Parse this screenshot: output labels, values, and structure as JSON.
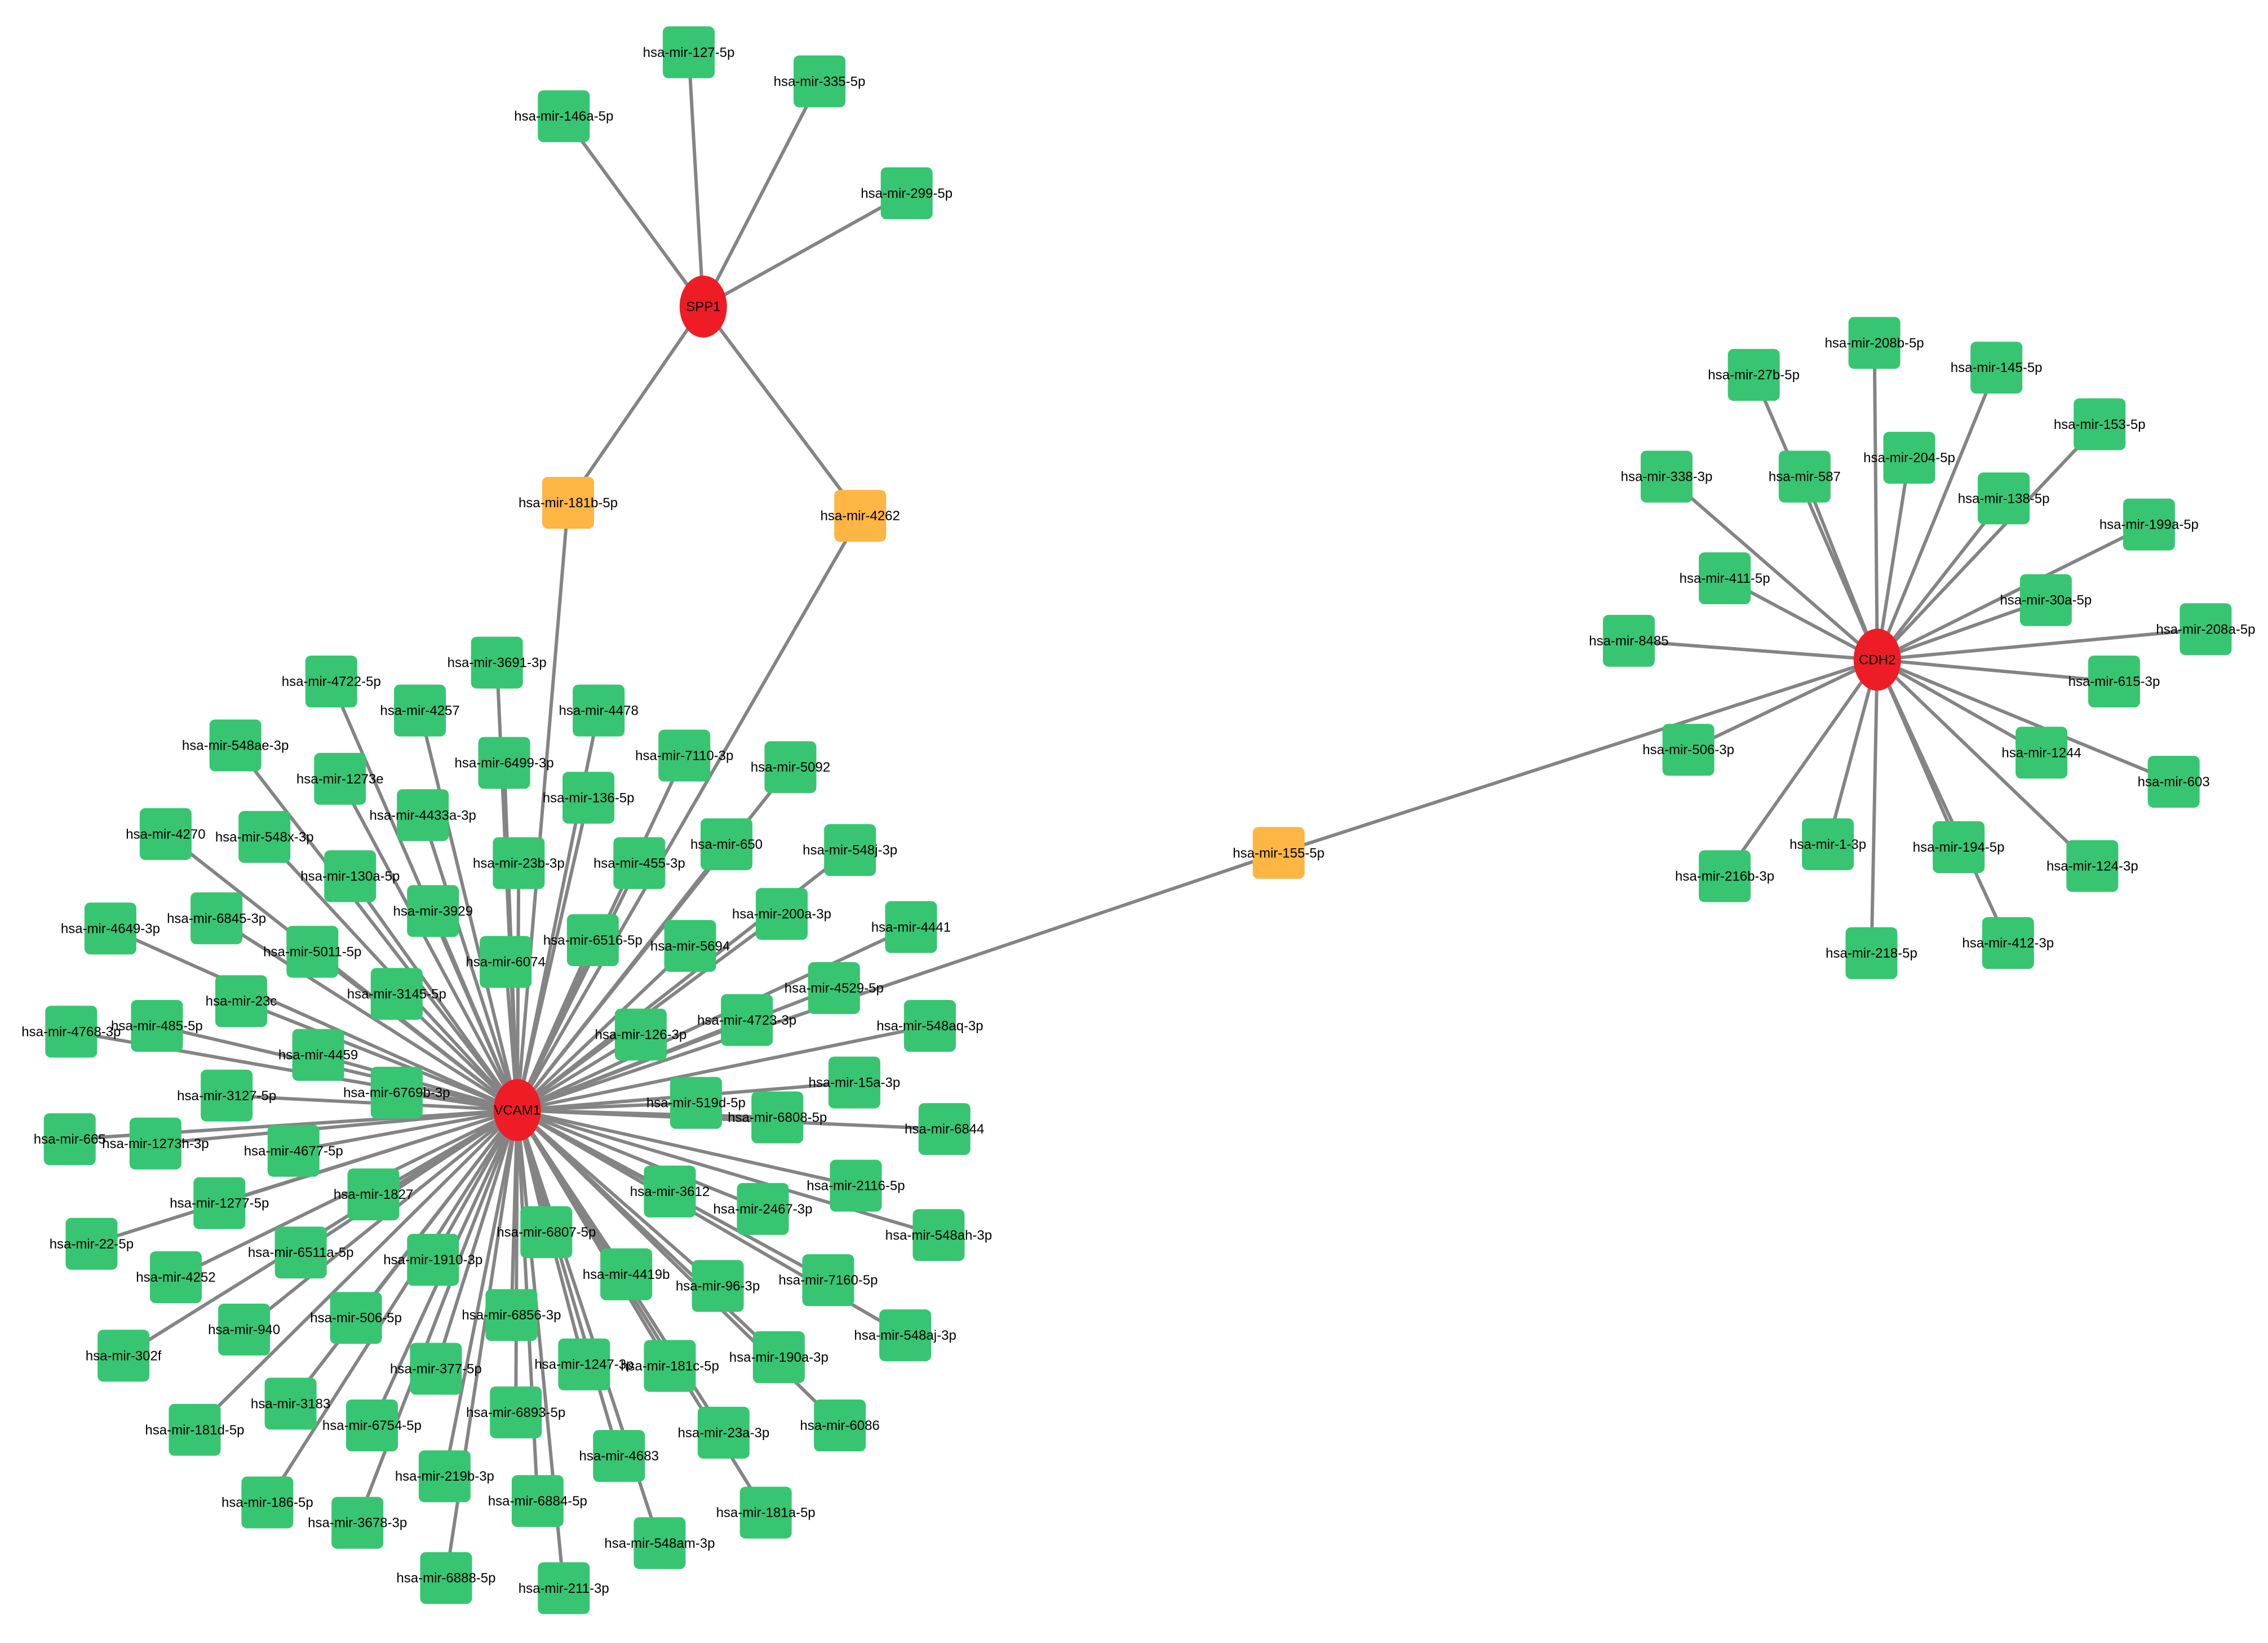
{
  "colors": {
    "gene": "#ee1c25",
    "shared_mirna": "#fdb544",
    "mirna": "#37c572",
    "edge": "#848484"
  },
  "genes": [
    "SPP1",
    "CDH2",
    "VCAM1"
  ],
  "mirnas": [
    {
      "label": "hsa-mir-127-5p",
      "targets": [
        "SPP1"
      ]
    },
    {
      "label": "hsa-mir-335-5p",
      "targets": [
        "SPP1"
      ]
    },
    {
      "label": "hsa-mir-146a-5p",
      "targets": [
        "SPP1"
      ]
    },
    {
      "label": "hsa-mir-299-5p",
      "targets": [
        "SPP1"
      ]
    },
    {
      "label": "hsa-mir-181b-5p",
      "targets": [
        "SPP1",
        "VCAM1"
      ],
      "shared": true
    },
    {
      "label": "hsa-mir-4262",
      "targets": [
        "SPP1",
        "VCAM1"
      ],
      "shared": true
    },
    {
      "label": "hsa-mir-155-5p",
      "targets": [
        "VCAM1",
        "CDH2"
      ],
      "shared": true
    },
    {
      "label": "hsa-mir-208b-5p",
      "targets": [
        "CDH2"
      ]
    },
    {
      "label": "hsa-mir-27b-5p",
      "targets": [
        "CDH2"
      ]
    },
    {
      "label": "hsa-mir-145-5p",
      "targets": [
        "CDH2"
      ]
    },
    {
      "label": "hsa-mir-153-5p",
      "targets": [
        "CDH2"
      ]
    },
    {
      "label": "hsa-mir-338-3p",
      "targets": [
        "CDH2"
      ]
    },
    {
      "label": "hsa-mir-587",
      "targets": [
        "CDH2"
      ]
    },
    {
      "label": "hsa-mir-204-5p",
      "targets": [
        "CDH2"
      ]
    },
    {
      "label": "hsa-mir-138-5p",
      "targets": [
        "CDH2"
      ]
    },
    {
      "label": "hsa-mir-199a-5p",
      "targets": [
        "CDH2"
      ]
    },
    {
      "label": "hsa-mir-411-5p",
      "targets": [
        "CDH2"
      ]
    },
    {
      "label": "hsa-mir-30a-5p",
      "targets": [
        "CDH2"
      ]
    },
    {
      "label": "hsa-mir-208a-5p",
      "targets": [
        "CDH2"
      ]
    },
    {
      "label": "hsa-mir-8485",
      "targets": [
        "CDH2"
      ]
    },
    {
      "label": "hsa-mir-615-3p",
      "targets": [
        "CDH2"
      ]
    },
    {
      "label": "hsa-mir-506-3p",
      "targets": [
        "CDH2"
      ]
    },
    {
      "label": "hsa-mir-1244",
      "targets": [
        "CDH2"
      ]
    },
    {
      "label": "hsa-mir-603",
      "targets": [
        "CDH2"
      ]
    },
    {
      "label": "hsa-mir-216b-3p",
      "targets": [
        "CDH2"
      ]
    },
    {
      "label": "hsa-mir-1-3p",
      "targets": [
        "CDH2"
      ]
    },
    {
      "label": "hsa-mir-194-5p",
      "targets": [
        "CDH2"
      ]
    },
    {
      "label": "hsa-mir-124-3p",
      "targets": [
        "CDH2"
      ]
    },
    {
      "label": "hsa-mir-218-5p",
      "targets": [
        "CDH2"
      ]
    },
    {
      "label": "hsa-mir-412-3p",
      "targets": [
        "CDH2"
      ]
    },
    {
      "label": "hsa-mir-3691-3p",
      "targets": [
        "VCAM1"
      ]
    },
    {
      "label": "hsa-mir-4722-5p",
      "targets": [
        "VCAM1"
      ]
    },
    {
      "label": "hsa-mir-4478",
      "targets": [
        "VCAM1"
      ]
    },
    {
      "label": "hsa-mir-4257",
      "targets": [
        "VCAM1"
      ]
    },
    {
      "label": "hsa-mir-548ae-3p",
      "targets": [
        "VCAM1"
      ]
    },
    {
      "label": "hsa-mir-6499-3p",
      "targets": [
        "VCAM1"
      ]
    },
    {
      "label": "hsa-mir-7110-3p",
      "targets": [
        "VCAM1"
      ]
    },
    {
      "label": "hsa-mir-1273e",
      "targets": [
        "VCAM1"
      ]
    },
    {
      "label": "hsa-mir-5092",
      "targets": [
        "VCAM1"
      ]
    },
    {
      "label": "hsa-mir-136-5p",
      "targets": [
        "VCAM1"
      ]
    },
    {
      "label": "hsa-mir-4433a-3p",
      "targets": [
        "VCAM1"
      ]
    },
    {
      "label": "hsa-mir-4270",
      "targets": [
        "VCAM1"
      ]
    },
    {
      "label": "hsa-mir-548x-3p",
      "targets": [
        "VCAM1"
      ]
    },
    {
      "label": "hsa-mir-650",
      "targets": [
        "VCAM1"
      ]
    },
    {
      "label": "hsa-mir-548j-3p",
      "targets": [
        "VCAM1"
      ]
    },
    {
      "label": "hsa-mir-23b-3p",
      "targets": [
        "VCAM1"
      ]
    },
    {
      "label": "hsa-mir-455-3p",
      "targets": [
        "VCAM1"
      ]
    },
    {
      "label": "hsa-mir-130a-5p",
      "targets": [
        "VCAM1"
      ]
    },
    {
      "label": "hsa-mir-200a-3p",
      "targets": [
        "VCAM1"
      ]
    },
    {
      "label": "hsa-mir-3929",
      "targets": [
        "VCAM1"
      ]
    },
    {
      "label": "hsa-mir-6845-3p",
      "targets": [
        "VCAM1"
      ]
    },
    {
      "label": "hsa-mir-4441",
      "targets": [
        "VCAM1"
      ]
    },
    {
      "label": "hsa-mir-4649-3p",
      "targets": [
        "VCAM1"
      ]
    },
    {
      "label": "hsa-mir-6516-5p",
      "targets": [
        "VCAM1"
      ]
    },
    {
      "label": "hsa-mir-5011-5p",
      "targets": [
        "VCAM1"
      ]
    },
    {
      "label": "hsa-mir-5694",
      "targets": [
        "VCAM1"
      ]
    },
    {
      "label": "hsa-mir-6074",
      "targets": [
        "VCAM1"
      ]
    },
    {
      "label": "hsa-mir-4529-5p",
      "targets": [
        "VCAM1"
      ]
    },
    {
      "label": "hsa-mir-23c",
      "targets": [
        "VCAM1"
      ]
    },
    {
      "label": "hsa-mir-3145-5p",
      "targets": [
        "VCAM1"
      ]
    },
    {
      "label": "hsa-mir-548aq-3p",
      "targets": [
        "VCAM1"
      ]
    },
    {
      "label": "hsa-mir-4723-3p",
      "targets": [
        "VCAM1"
      ]
    },
    {
      "label": "hsa-mir-4768-3p",
      "targets": [
        "VCAM1"
      ]
    },
    {
      "label": "hsa-mir-485-5p",
      "targets": [
        "VCAM1"
      ]
    },
    {
      "label": "hsa-mir-126-3p",
      "targets": [
        "VCAM1"
      ]
    },
    {
      "label": "hsa-mir-4459",
      "targets": [
        "VCAM1"
      ]
    },
    {
      "label": "hsa-mir-15a-3p",
      "targets": [
        "VCAM1"
      ]
    },
    {
      "label": "hsa-mir-3127-5p",
      "targets": [
        "VCAM1"
      ]
    },
    {
      "label": "hsa-mir-6769b-3p",
      "targets": [
        "VCAM1"
      ]
    },
    {
      "label": "hsa-mir-519d-5p",
      "targets": [
        "VCAM1"
      ]
    },
    {
      "label": "hsa-mir-6844",
      "targets": [
        "VCAM1"
      ]
    },
    {
      "label": "hsa-mir-6808-5p",
      "targets": [
        "VCAM1"
      ]
    },
    {
      "label": "hsa-mir-665",
      "targets": [
        "VCAM1"
      ]
    },
    {
      "label": "hsa-mir-1273h-3p",
      "targets": [
        "VCAM1"
      ]
    },
    {
      "label": "hsa-mir-4677-5p",
      "targets": [
        "VCAM1"
      ]
    },
    {
      "label": "hsa-mir-2116-5p",
      "targets": [
        "VCAM1"
      ]
    },
    {
      "label": "hsa-mir-1277-5p",
      "targets": [
        "VCAM1"
      ]
    },
    {
      "label": "hsa-mir-1827",
      "targets": [
        "VCAM1"
      ]
    },
    {
      "label": "hsa-mir-3612",
      "targets": [
        "VCAM1"
      ]
    },
    {
      "label": "hsa-mir-2467-3p",
      "targets": [
        "VCAM1"
      ]
    },
    {
      "label": "hsa-mir-548ah-3p",
      "targets": [
        "VCAM1"
      ]
    },
    {
      "label": "hsa-mir-22-5p",
      "targets": [
        "VCAM1"
      ]
    },
    {
      "label": "hsa-mir-6807-5p",
      "targets": [
        "VCAM1"
      ]
    },
    {
      "label": "hsa-mir-6511a-5p",
      "targets": [
        "VCAM1"
      ]
    },
    {
      "label": "hsa-mir-1910-3p",
      "targets": [
        "VCAM1"
      ]
    },
    {
      "label": "hsa-mir-4252",
      "targets": [
        "VCAM1"
      ]
    },
    {
      "label": "hsa-mir-7160-5p",
      "targets": [
        "VCAM1"
      ]
    },
    {
      "label": "hsa-mir-4419b",
      "targets": [
        "VCAM1"
      ]
    },
    {
      "label": "hsa-mir-96-3p",
      "targets": [
        "VCAM1"
      ]
    },
    {
      "label": "hsa-mir-506-5p",
      "targets": [
        "VCAM1"
      ]
    },
    {
      "label": "hsa-mir-940",
      "targets": [
        "VCAM1"
      ]
    },
    {
      "label": "hsa-mir-6856-3p",
      "targets": [
        "VCAM1"
      ]
    },
    {
      "label": "hsa-mir-548aj-3p",
      "targets": [
        "VCAM1"
      ]
    },
    {
      "label": "hsa-mir-302f",
      "targets": [
        "VCAM1"
      ]
    },
    {
      "label": "hsa-mir-377-5p",
      "targets": [
        "VCAM1"
      ]
    },
    {
      "label": "hsa-mir-1247-3p",
      "targets": [
        "VCAM1"
      ]
    },
    {
      "label": "hsa-mir-181c-5p",
      "targets": [
        "VCAM1"
      ]
    },
    {
      "label": "hsa-mir-190a-3p",
      "targets": [
        "VCAM1"
      ]
    },
    {
      "label": "hsa-mir-3183",
      "targets": [
        "VCAM1"
      ]
    },
    {
      "label": "hsa-mir-181d-5p",
      "targets": [
        "VCAM1"
      ]
    },
    {
      "label": "hsa-mir-6893-5p",
      "targets": [
        "VCAM1"
      ]
    },
    {
      "label": "hsa-mir-6754-5p",
      "targets": [
        "VCAM1"
      ]
    },
    {
      "label": "hsa-mir-23a-3p",
      "targets": [
        "VCAM1"
      ]
    },
    {
      "label": "hsa-mir-6086",
      "targets": [
        "VCAM1"
      ]
    },
    {
      "label": "hsa-mir-4683",
      "targets": [
        "VCAM1"
      ]
    },
    {
      "label": "hsa-mir-219b-3p",
      "targets": [
        "VCAM1"
      ]
    },
    {
      "label": "hsa-mir-186-5p",
      "targets": [
        "VCAM1"
      ]
    },
    {
      "label": "hsa-mir-3678-3p",
      "targets": [
        "VCAM1"
      ]
    },
    {
      "label": "hsa-mir-6884-5p",
      "targets": [
        "VCAM1"
      ]
    },
    {
      "label": "hsa-mir-181a-5p",
      "targets": [
        "VCAM1"
      ]
    },
    {
      "label": "hsa-mir-548am-3p",
      "targets": [
        "VCAM1"
      ]
    },
    {
      "label": "hsa-mir-6888-5p",
      "targets": [
        "VCAM1"
      ]
    },
    {
      "label": "hsa-mir-211-3p",
      "targets": [
        "VCAM1"
      ]
    }
  ]
}
